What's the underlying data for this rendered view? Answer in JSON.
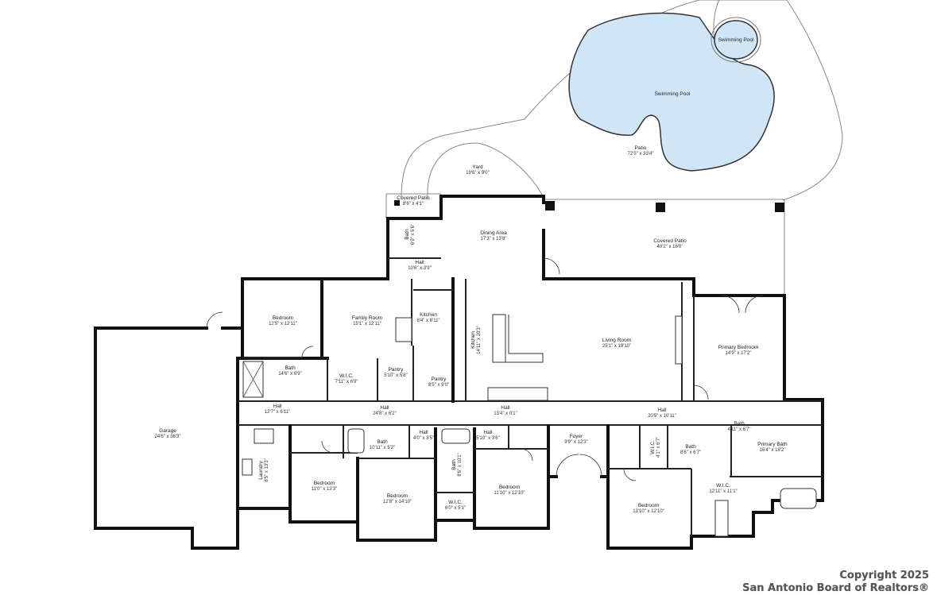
{
  "rooms": [
    {
      "key": "yard",
      "name": "Yard",
      "dim": "19'6\" x 9'0\""
    },
    {
      "key": "covered_patio_small",
      "name": "Covered Patio",
      "dim": "8'6\" x 4'1\""
    },
    {
      "key": "swimming_pool_small",
      "name": "Swimming Pool",
      "dim": ""
    },
    {
      "key": "swimming_pool",
      "name": "Swimming Pool",
      "dim": ""
    },
    {
      "key": "patio",
      "name": "Patio",
      "dim": "72'5\" x 33'4\""
    },
    {
      "key": "dining_area",
      "name": "Dining Area",
      "dim": "17'3\" x 13'8\""
    },
    {
      "key": "covered_patio",
      "name": "Covered Patio",
      "dim": "40'2\" x 16'0\""
    },
    {
      "key": "bath_small",
      "name": "Bath",
      "dim": "6'9\" x 5'6\""
    },
    {
      "key": "hall_top",
      "name": "Hall",
      "dim": "10'6\" x 3'9\""
    },
    {
      "key": "bedroom_1",
      "name": "Bedroom",
      "dim": "12'5\" x 12'11\""
    },
    {
      "key": "family_room",
      "name": "Family Room",
      "dim": "15'1\" x 12'11\""
    },
    {
      "key": "kitchen_a",
      "name": "Kitchen",
      "dim": "6'4\" x 8'11\""
    },
    {
      "key": "kitchen_b",
      "name": "Kitchen",
      "dim": "14'11\" x 20'3\""
    },
    {
      "key": "living_room",
      "name": "Living Room",
      "dim": "25'1\" x 19'10\""
    },
    {
      "key": "primary_bedroom",
      "name": "Primary Bedroom",
      "dim": "14'9\" x 17'2\""
    },
    {
      "key": "bath_1",
      "name": "Bath",
      "dim": "14'6\" x 6'9\""
    },
    {
      "key": "wic_1",
      "name": "W.I.C.",
      "dim": "7'11\" x 6'9\""
    },
    {
      "key": "pantry_1",
      "name": "Pantry",
      "dim": "5'10\" x 5'8\""
    },
    {
      "key": "pantry_2",
      "name": "Pantry",
      "dim": "8'5\" x 9'0\""
    },
    {
      "key": "garage",
      "name": "Garage",
      "dim": "24'6\" x 36'3\""
    },
    {
      "key": "hall_1",
      "name": "Hall",
      "dim": "12'7\" x 6'11\""
    },
    {
      "key": "hall_2",
      "name": "Hall",
      "dim": "24'8\" x 6'2\""
    },
    {
      "key": "hall_3",
      "name": "Hall",
      "dim": "13'4\" x 0'1\""
    },
    {
      "key": "hall_4",
      "name": "Hall",
      "dim": "20'5\" x 10'11\""
    },
    {
      "key": "bath_2",
      "name": "Bath",
      "dim": "10'11\" x 5'2\""
    },
    {
      "key": "hall_5",
      "name": "Hall",
      "dim": "4'0\" x 3'5\""
    },
    {
      "key": "hall_6",
      "name": "Hall",
      "dim": "5'10\" x 3'6\""
    },
    {
      "key": "foyer",
      "name": "Foyer",
      "dim": "9'9\" x 12'3\""
    },
    {
      "key": "bath_3",
      "name": "Bath",
      "dim": "4'11\" x 6'7\""
    },
    {
      "key": "primary_bath",
      "name": "Primary Bath",
      "dim": "16'4\" x 18'2\""
    },
    {
      "key": "wic_2",
      "name": "W.I.C.",
      "dim": "4'1\" x 6'7\""
    },
    {
      "key": "bath_4",
      "name": "Bath",
      "dim": "8'6\" x 6'7\""
    },
    {
      "key": "laundry",
      "name": "Laundry",
      "dim": "8'5\" x 13'3\""
    },
    {
      "key": "bedroom_2",
      "name": "Bedroom",
      "dim": "11'0\" x 13'3\""
    },
    {
      "key": "bedroom_3",
      "name": "Bedroom",
      "dim": "12'8\" x 14'10\""
    },
    {
      "key": "bath_5",
      "name": "Bath",
      "dim": "8'6\" x 10'1\""
    },
    {
      "key": "wic_3",
      "name": "W.I.C.",
      "dim": "6'0\" x 5'1\""
    },
    {
      "key": "bedroom_4",
      "name": "Bedroom",
      "dim": "11'10\" x 12'10\""
    },
    {
      "key": "wic_4",
      "name": "W.I.C.",
      "dim": "12'11\" x 11'1\""
    },
    {
      "key": "bedroom_5",
      "name": "Bedroom",
      "dim": "13'10\" x 12'10\""
    }
  ],
  "copyright": {
    "line1": "Copyright 2025",
    "line2": "San Antonio Board of Realtors®"
  },
  "colors": {
    "pool": "#cfe6f7",
    "wall": "#111111"
  }
}
